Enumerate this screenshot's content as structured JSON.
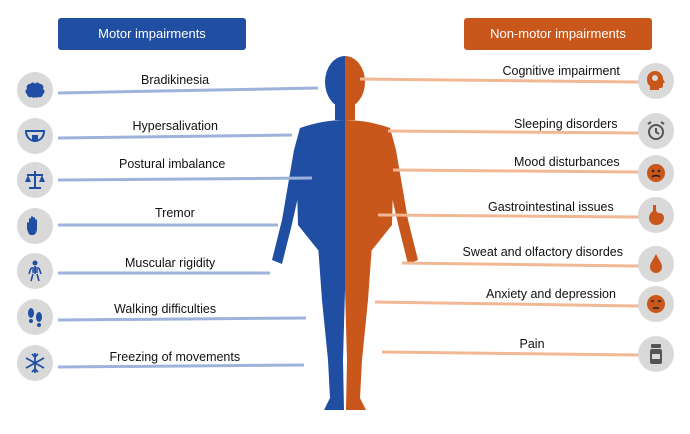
{
  "headers": {
    "motor": "Motor impairments",
    "nonmotor": "Non-motor impairments"
  },
  "colors": {
    "motor": "#1f4ea3",
    "motor_line": "#9db3dc",
    "nonmotor": "#c9571c",
    "nonmotor_line": "#f0b894",
    "icon_bg": "#d9d9d9",
    "icon_fg": "#1f4ea3"
  },
  "motor": [
    {
      "label": "Bradikinesia",
      "icon": "brain-icon"
    },
    {
      "label": "Hypersalivation",
      "icon": "mouth-tongue-icon"
    },
    {
      "label": "Postural imbalance",
      "icon": "scales-icon"
    },
    {
      "label": "Tremor",
      "icon": "hand-icon"
    },
    {
      "label": "Muscular rigidity",
      "icon": "skeleton-icon"
    },
    {
      "label": "Walking difficulties",
      "icon": "footprints-icon"
    },
    {
      "label": "Freezing of movements",
      "icon": "snowflake-icon"
    }
  ],
  "nonmotor": [
    {
      "label": "Cognitive impairment",
      "icon": "head-gears-icon"
    },
    {
      "label": "Sleeping disorders",
      "icon": "alarm-clock-icon"
    },
    {
      "label": "Mood disturbances",
      "icon": "sad-face-icon"
    },
    {
      "label": "Gastrointestinal issues",
      "icon": "stomach-icon"
    },
    {
      "label": "Sweat and olfactory disordes",
      "icon": "drop-icon"
    },
    {
      "label": "Anxiety and depression",
      "icon": "worried-face-icon"
    },
    {
      "label": "Pain",
      "icon": "pill-bottle-icon"
    }
  ]
}
